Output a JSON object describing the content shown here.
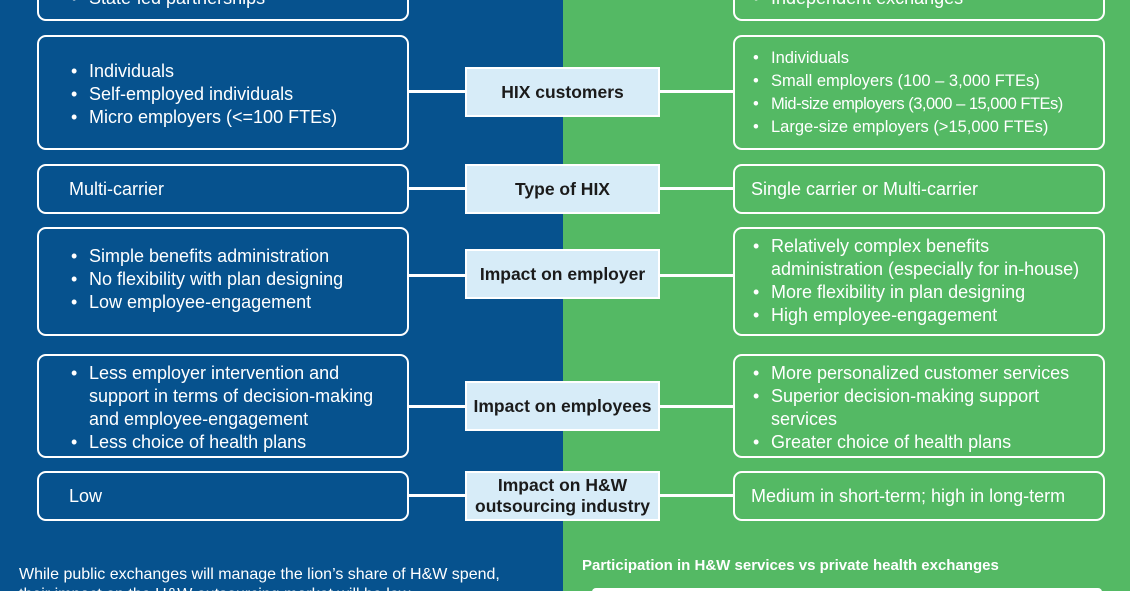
{
  "top_partial": {
    "left_item": "State-led partnerships",
    "right_item": "Independent exchanges"
  },
  "rows": [
    {
      "category": "HIX customers",
      "left": [
        "Individuals",
        "Self-employed individuals",
        "Micro employers (<=100 FTEs)"
      ],
      "right": [
        "Individuals",
        "Small employers (100 – 3,000 FTEs)",
        "Mid-size employers (3,000 – 15,000 FTEs)",
        "Large-size employers (>15,000 FTEs)"
      ]
    },
    {
      "category": "Type of HIX",
      "left_text": "Multi-carrier",
      "right_text": "Single carrier or Multi-carrier"
    },
    {
      "category": "Impact on employer",
      "left": [
        "Simple benefits administration",
        "No flexibility with plan designing",
        "Low employee-engagement"
      ],
      "right": [
        "Relatively complex benefits administration (especially for in-house)",
        "More flexibility in plan designing",
        "High employee-engagement"
      ]
    },
    {
      "category": "Impact on employees",
      "left": [
        "Less employer intervention and support in terms of decision-making and employee-engagement",
        "Less choice of health plans"
      ],
      "right": [
        "More personalized customer services",
        "Superior decision-making support services",
        "Greater choice of health plans"
      ]
    },
    {
      "category_line1": "Impact on H&W",
      "category_line2": "outsourcing industry",
      "left_text": "Low",
      "right_text": "Medium in short-term; high in long-term"
    }
  ],
  "footer": {
    "left_line1": "While public exchanges will manage the lion’s share of H&W spend,",
    "left_line2": "their impact on the H&W outsourcing market will be low",
    "right_title": "Participation in H&W services vs private health exchanges"
  }
}
